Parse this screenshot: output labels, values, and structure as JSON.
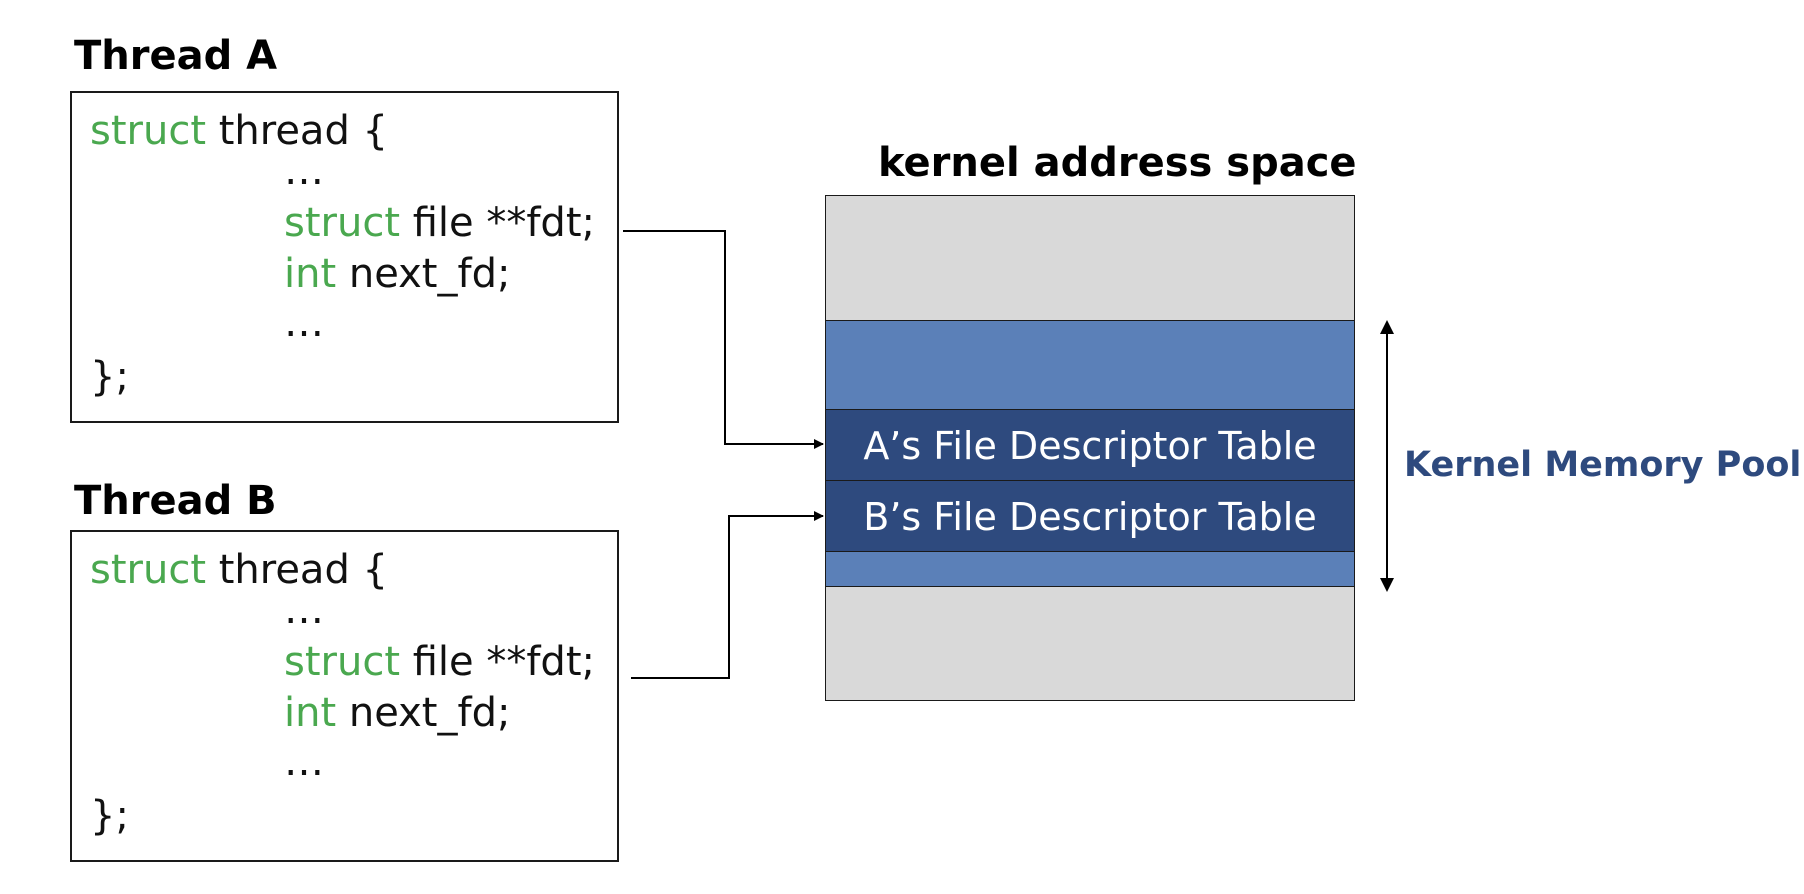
{
  "thread_a": {
    "title": "Thread A",
    "code": {
      "line1_kw": "struct",
      "line1_rest": " thread {",
      "line2": "…",
      "line3_kw": "struct",
      "line3_rest": " file **fdt;",
      "line4_kw": "int",
      "line4_rest": " next_fd;",
      "line5": "…",
      "line6": "};"
    }
  },
  "thread_b": {
    "title": "Thread B",
    "code": {
      "line1_kw": "struct",
      "line1_rest": " thread {",
      "line2": "…",
      "line3_kw": "struct",
      "line3_rest": " file **fdt;",
      "line4_kw": "int",
      "line4_rest": " next_fd;",
      "line5": "…",
      "line6": "};"
    }
  },
  "kernel": {
    "title": "kernel address space",
    "a_table": "A’s File Descriptor Table",
    "b_table": "B’s File Descriptor Table",
    "pool_label": "Kernel Memory Pool"
  },
  "colors": {
    "keyword": "#4aa84f",
    "gray_region": "#d9d9d9",
    "pool_region": "#5b80b8",
    "table_region": "#2e4a7e",
    "pool_label": "#2e4a7e"
  }
}
